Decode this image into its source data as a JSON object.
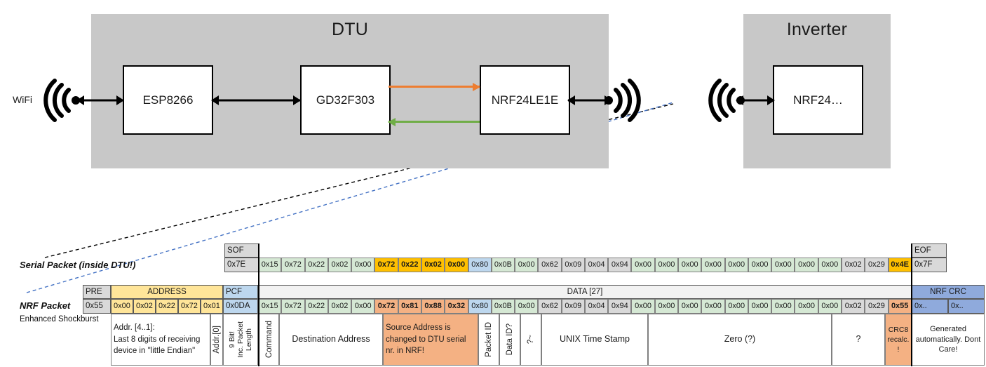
{
  "diagram": {
    "title_dtu": "DTU",
    "title_inverter": "Inverter",
    "wifi_label": "WiFi",
    "chips": {
      "esp": "ESP8266",
      "gd32": "GD32F303",
      "nrf24le1e": "NRF24LE1E",
      "nrf24": "NRF24…"
    },
    "colors": {
      "enclosure": "#c8c8c8",
      "orange_arrow": "#ed7d31",
      "green_arrow": "#70ad47",
      "black": "#000000",
      "leader_black": "#000000",
      "leader_blue": "#4472c4"
    }
  },
  "serial_packet": {
    "label": "Serial Packet (inside DTU!)",
    "sof_header": "SOF",
    "sof_value": "0x7E",
    "eof_header": "EOF",
    "eof_value": "0x7F",
    "bytes": [
      {
        "v": "0x15",
        "c": "green",
        "b": false
      },
      {
        "v": "0x72",
        "c": "green",
        "b": false
      },
      {
        "v": "0x22",
        "c": "green",
        "b": false
      },
      {
        "v": "0x02",
        "c": "green",
        "b": false
      },
      {
        "v": "0x00",
        "c": "green",
        "b": false
      },
      {
        "v": "0x72",
        "c": "amber",
        "b": true
      },
      {
        "v": "0x22",
        "c": "amber",
        "b": true
      },
      {
        "v": "0x02",
        "c": "amber",
        "b": true
      },
      {
        "v": "0x00",
        "c": "amber",
        "b": true
      },
      {
        "v": "0x80",
        "c": "blue",
        "b": false
      },
      {
        "v": "0x0B",
        "c": "green",
        "b": false
      },
      {
        "v": "0x00",
        "c": "green",
        "b": false
      },
      {
        "v": "0x62",
        "c": "gray",
        "b": false
      },
      {
        "v": "0x09",
        "c": "gray",
        "b": false
      },
      {
        "v": "0x04",
        "c": "gray",
        "b": false
      },
      {
        "v": "0x94",
        "c": "gray",
        "b": false
      },
      {
        "v": "0x00",
        "c": "green",
        "b": false
      },
      {
        "v": "0x00",
        "c": "green",
        "b": false
      },
      {
        "v": "0x00",
        "c": "green",
        "b": false
      },
      {
        "v": "0x00",
        "c": "green",
        "b": false
      },
      {
        "v": "0x00",
        "c": "green",
        "b": false
      },
      {
        "v": "0x00",
        "c": "green",
        "b": false
      },
      {
        "v": "0x00",
        "c": "green",
        "b": false
      },
      {
        "v": "0x00",
        "c": "green",
        "b": false
      },
      {
        "v": "0x00",
        "c": "green",
        "b": false
      },
      {
        "v": "0x02",
        "c": "gray",
        "b": false
      },
      {
        "v": "0x29",
        "c": "gray",
        "b": false
      },
      {
        "v": "0x4E",
        "c": "amberdark",
        "b": true
      }
    ]
  },
  "nrf_packet": {
    "label": "NRF Packet",
    "sublabel": "Enhanced Shockburst",
    "group_headers": {
      "pre": "PRE",
      "address": "ADDRESS",
      "pcf": "PCF",
      "data": "DATA [27]",
      "nrf_crc": "NRF CRC"
    },
    "pre_value": "0x55",
    "address_values": [
      "0x00",
      "0x02",
      "0x22",
      "0x72",
      "0x01"
    ],
    "pcf_value": "0x0DA",
    "crc_values": [
      "0x..",
      "0x.."
    ],
    "bytes": [
      {
        "v": "0x15",
        "c": "green",
        "b": false
      },
      {
        "v": "0x72",
        "c": "green",
        "b": false
      },
      {
        "v": "0x22",
        "c": "green",
        "b": false
      },
      {
        "v": "0x02",
        "c": "green",
        "b": false
      },
      {
        "v": "0x00",
        "c": "green",
        "b": false
      },
      {
        "v": "0x72",
        "c": "salmon",
        "b": true
      },
      {
        "v": "0x81",
        "c": "salmon",
        "b": true
      },
      {
        "v": "0x88",
        "c": "salmon",
        "b": true
      },
      {
        "v": "0x32",
        "c": "salmon",
        "b": true
      },
      {
        "v": "0x80",
        "c": "blue",
        "b": false
      },
      {
        "v": "0x0B",
        "c": "green",
        "b": false
      },
      {
        "v": "0x00",
        "c": "green",
        "b": false
      },
      {
        "v": "0x62",
        "c": "gray",
        "b": false
      },
      {
        "v": "0x09",
        "c": "gray",
        "b": false
      },
      {
        "v": "0x04",
        "c": "gray",
        "b": false
      },
      {
        "v": "0x94",
        "c": "gray",
        "b": false
      },
      {
        "v": "0x00",
        "c": "green",
        "b": false
      },
      {
        "v": "0x00",
        "c": "green",
        "b": false
      },
      {
        "v": "0x00",
        "c": "green",
        "b": false
      },
      {
        "v": "0x00",
        "c": "green",
        "b": false
      },
      {
        "v": "0x00",
        "c": "green",
        "b": false
      },
      {
        "v": "0x00",
        "c": "green",
        "b": false
      },
      {
        "v": "0x00",
        "c": "green",
        "b": false
      },
      {
        "v": "0x00",
        "c": "green",
        "b": false
      },
      {
        "v": "0x00",
        "c": "green",
        "b": false
      },
      {
        "v": "0x02",
        "c": "gray",
        "b": false
      },
      {
        "v": "0x29",
        "c": "gray",
        "b": false
      },
      {
        "v": "0x55",
        "c": "salmon",
        "b": true
      }
    ],
    "descriptions": {
      "address": "Addr. [4..1]:\nLast 8 digits of receiving device in \"little Endian\"",
      "addr0": "Addr.[0]",
      "pcf_a": "9 Bit!",
      "pcf_b": "Inc. Packet",
      "pcf_c": "Length",
      "command": "Command",
      "destination": "Destination Address",
      "source": "Source Address is changed to DTU serial nr. in NRF!",
      "packet_id": "Packet ID",
      "data_id": "Data ID?",
      "tilde": "?~",
      "unix": "UNIX Time Stamp",
      "zero": "Zero (?)",
      "question": "?",
      "crc8": "CRC8 recalc. !",
      "generated": "Generated automatically. Dont Care!"
    }
  },
  "cell_colors": {
    "green": "#d5e8d4",
    "amber": "#ffc000",
    "amberdark": "#ffc000",
    "blue": "#bdd7ee",
    "gray": "#d9d9d9",
    "salmon": "#f4b183",
    "header_gray": "#d9d9d9",
    "header_amber": "#ffe599",
    "header_blue": "#bdd7ee",
    "header_crc": "#8faadc",
    "header_data": "#f2f2f2",
    "white": "#ffffff"
  }
}
